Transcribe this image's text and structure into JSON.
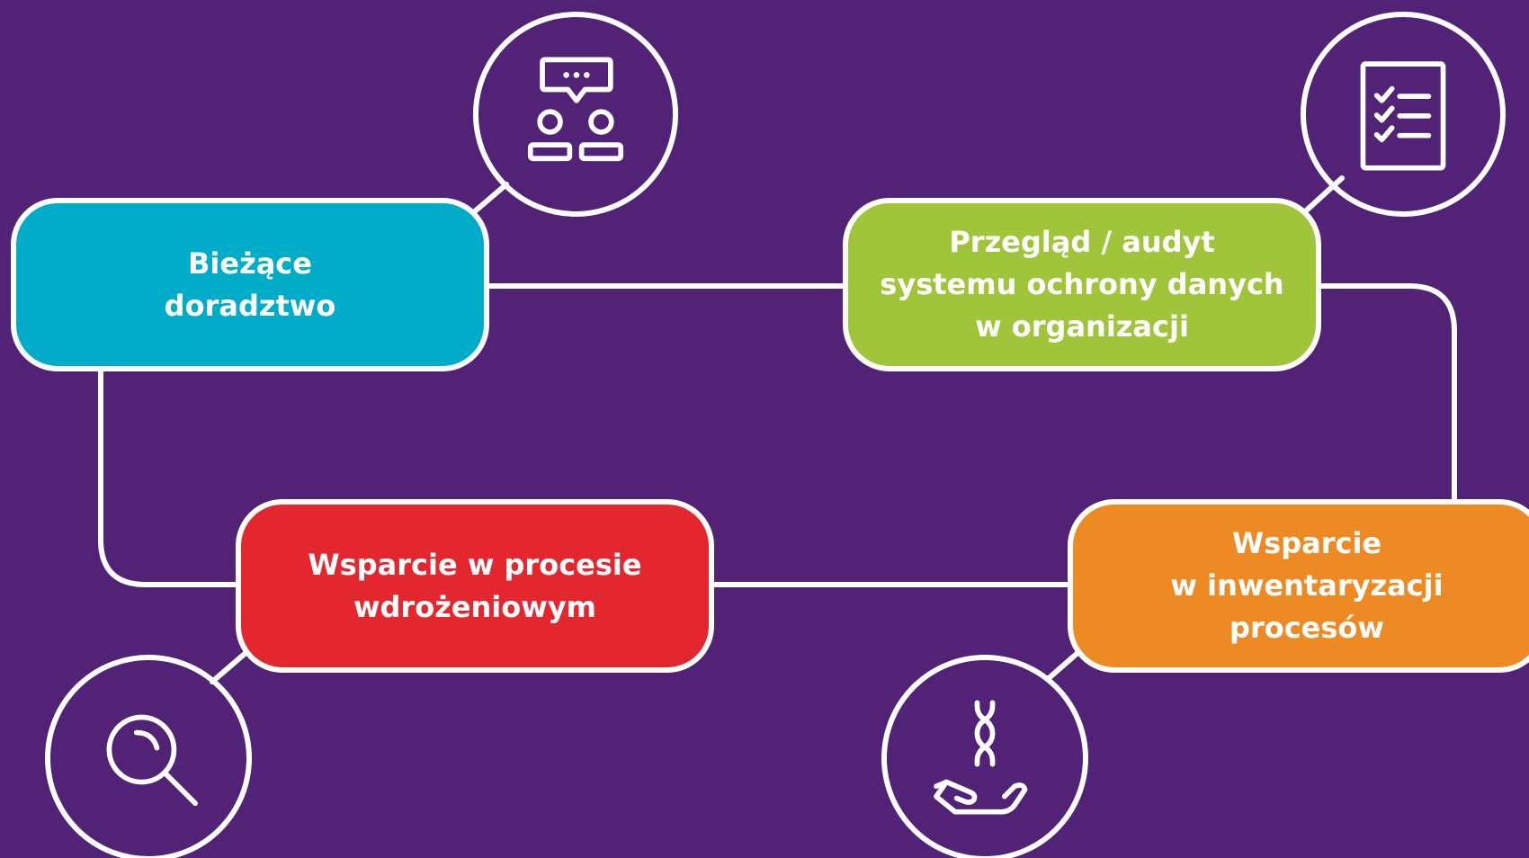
{
  "colors": {
    "background": "#512275",
    "line": "#ffffff",
    "biezace": "#00acc7",
    "przeglad": "#a0c53b",
    "wsparcie_wdrozenie": "#e4262f",
    "wsparcie_inwentaryzacja": "#ee8a23"
  },
  "boxes": {
    "biezace": {
      "line1": "Bieżące",
      "line2": "doradztwo"
    },
    "przeglad": {
      "line1": "Przegląd / audyt",
      "line2": "systemu ochrony danych",
      "line3": "w organizacji"
    },
    "wdrozenie": {
      "line1": "Wsparcie w procesie",
      "line2": "wdrożeniowym"
    },
    "inwentaryzacja": {
      "line1": "Wsparcie",
      "line2": "w inwentaryzacji",
      "line3": "procesów"
    }
  },
  "icons": {
    "consultation": "consultation-icon",
    "checklist": "checklist-icon",
    "search": "search-icon",
    "dna_hand": "dna-hand-icon"
  }
}
